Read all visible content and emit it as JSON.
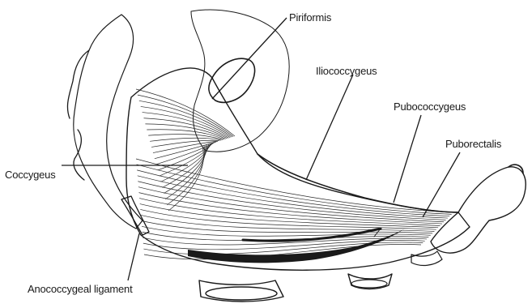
{
  "labels": {
    "piriformis": "Piriformis",
    "iliococcygeus": "Iliococcygeus",
    "pubococcygeus": "Pubococcygeus",
    "puborectalis": "Puborectalis",
    "coccygeus": "Coccygeus",
    "anococcygeal": "Anococcygeal ligament"
  }
}
